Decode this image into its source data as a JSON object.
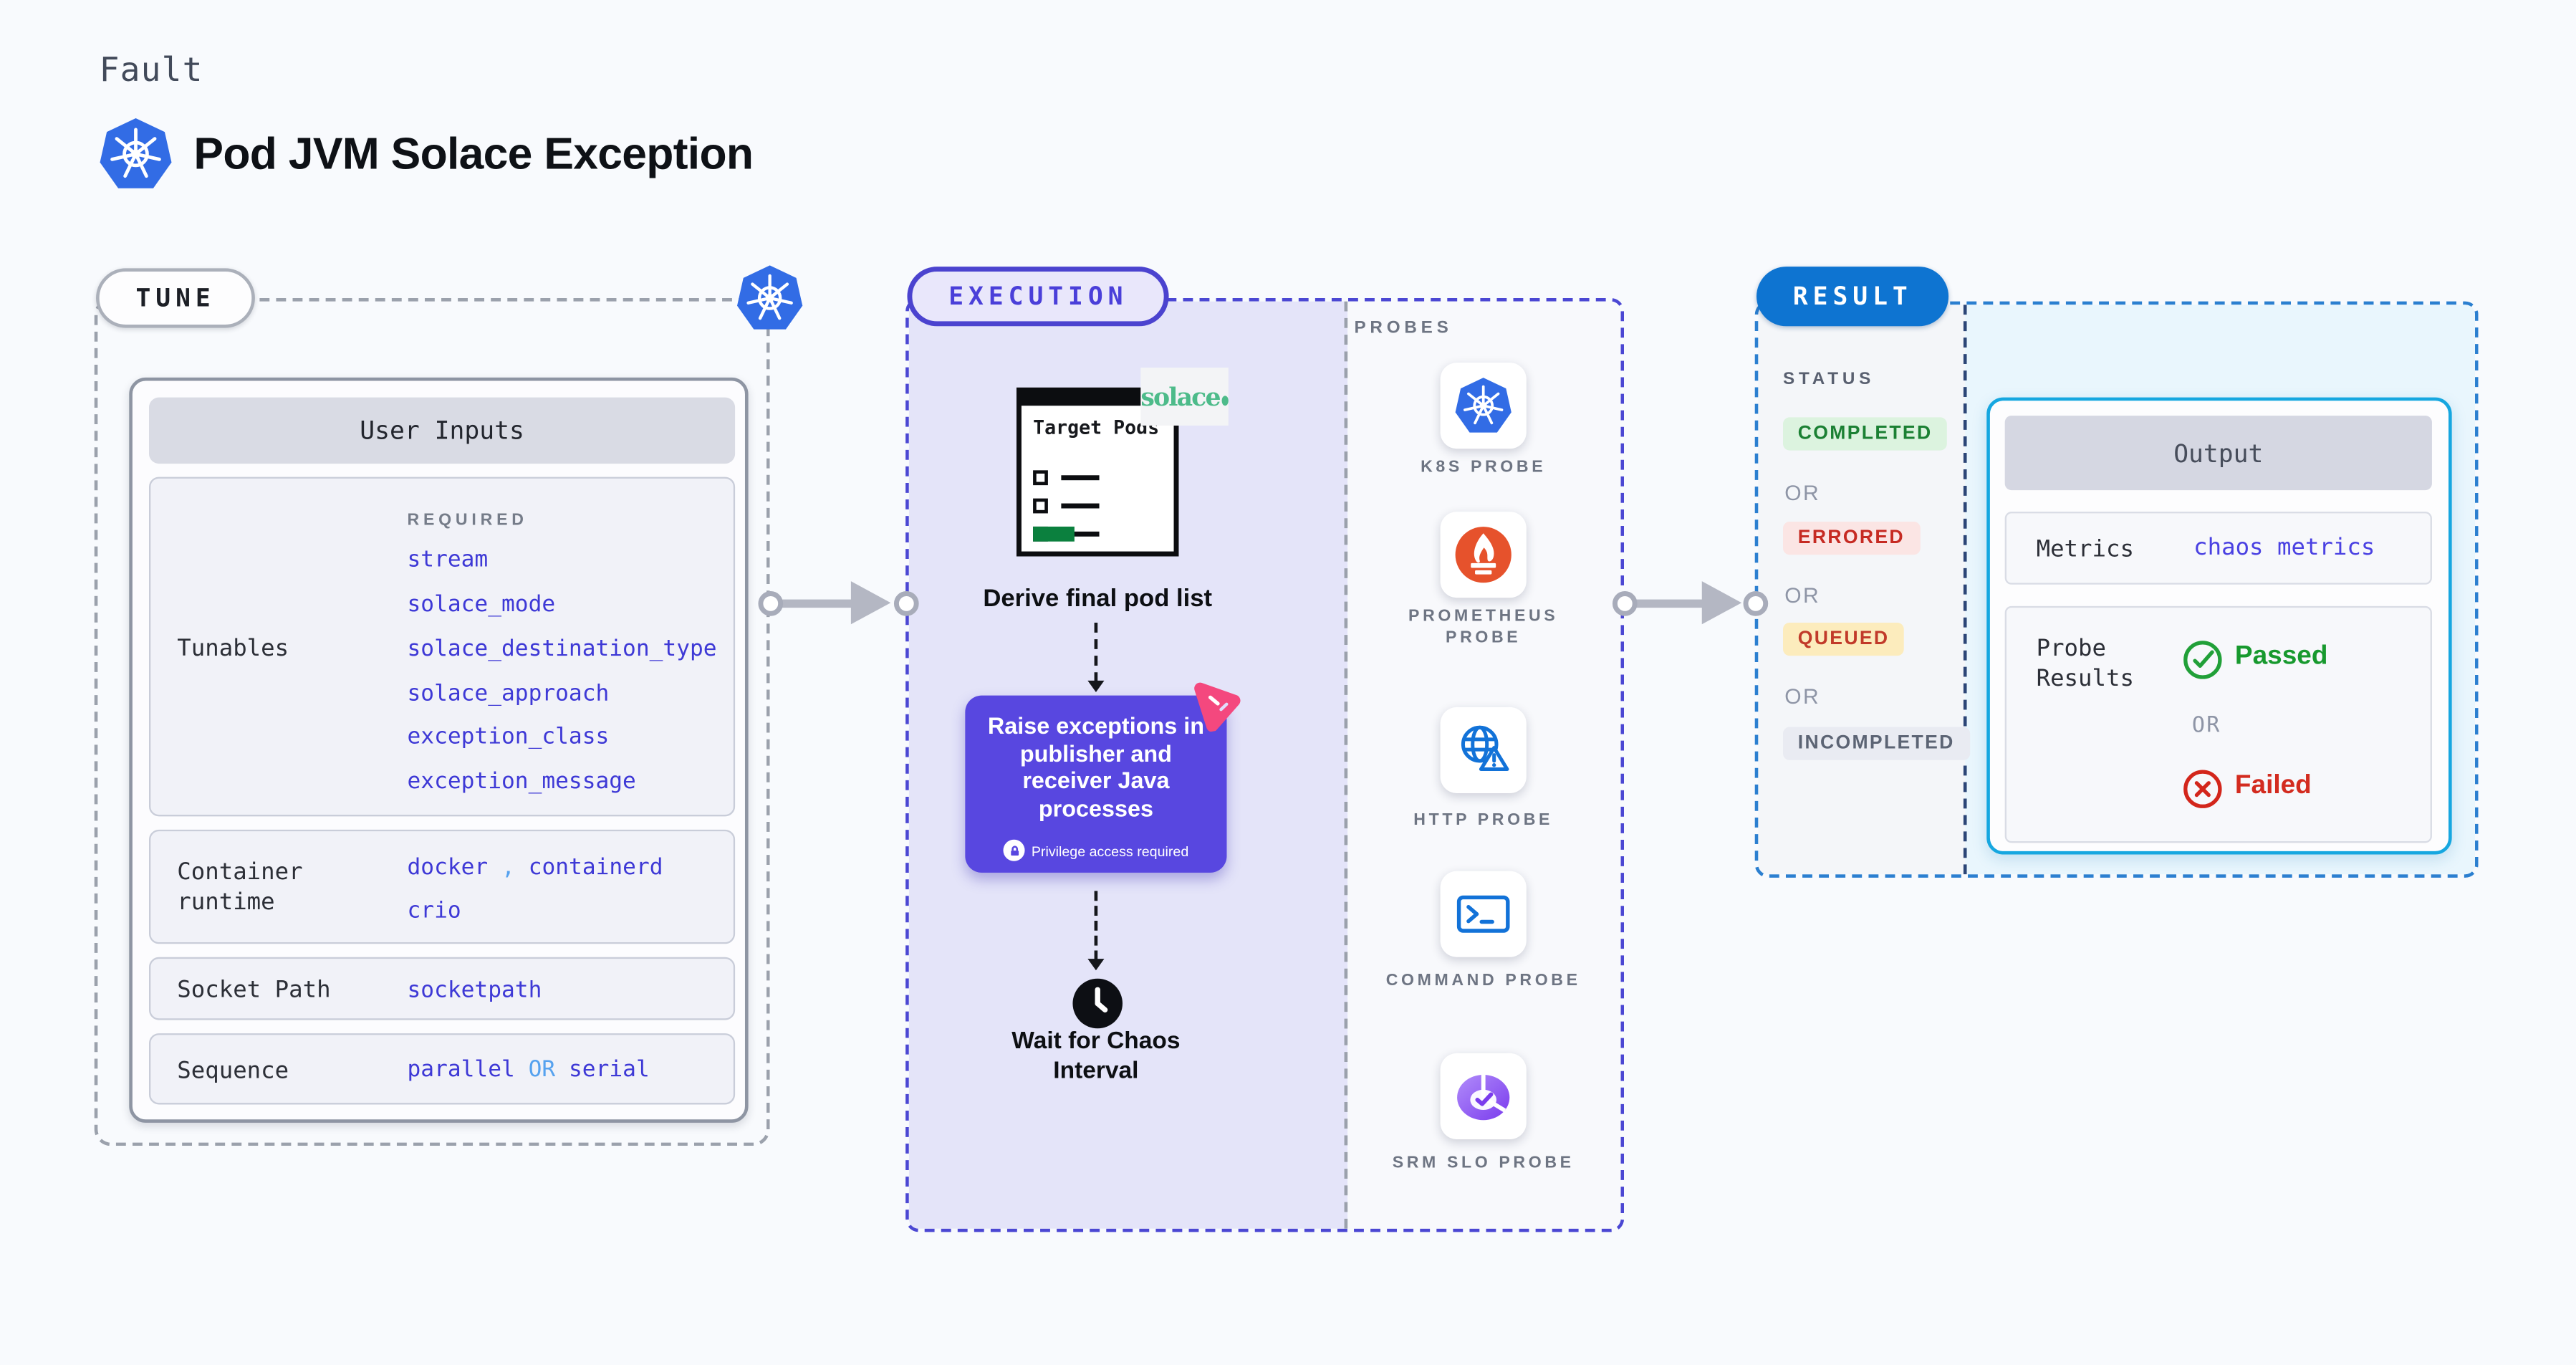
{
  "page": {
    "kicker": "Fault",
    "title": "Pod JVM Solace Exception"
  },
  "tune": {
    "badge": "TUNE",
    "card_title": "User Inputs",
    "tunables": {
      "label": "Tunables",
      "required_label": "REQUIRED",
      "items": [
        "stream",
        "solace_mode",
        "solace_destination_type",
        "solace_approach",
        "exception_class",
        "exception_message"
      ]
    },
    "container_runtime": {
      "label": "Container runtime",
      "value1": "docker",
      "separator": ",",
      "value2": "containerd",
      "value3": "crio"
    },
    "socket_path": {
      "label": "Socket Path",
      "value": "socketpath"
    },
    "sequence": {
      "label": "Sequence",
      "value1": "parallel",
      "separator": "OR",
      "value2": "serial"
    }
  },
  "execution": {
    "badge": "EXECUTION",
    "target_pods": "Target Pods",
    "solace_logo": "solace",
    "derive_step": "Derive final pod list",
    "raise_step": "Raise exceptions in publisher and receiver Java processes",
    "privilege_note": "Privilege access required",
    "wait_step": "Wait for Chaos Interval"
  },
  "probes": {
    "label": "PROBES",
    "items": [
      {
        "label": "K8S PROBE",
        "icon": "kubernetes-icon"
      },
      {
        "label": "PROMETHEUS PROBE",
        "icon": "prometheus-icon"
      },
      {
        "label": "HTTP PROBE",
        "icon": "http-globe-warning-icon"
      },
      {
        "label": "COMMAND PROBE",
        "icon": "terminal-icon"
      },
      {
        "label": "SRM SLO PROBE",
        "icon": "slo-donut-check-icon"
      }
    ]
  },
  "result": {
    "badge": "RESULT",
    "status_label": "STATUS",
    "or": "OR",
    "statuses": [
      "COMPLETED",
      "ERRORED",
      "QUEUED",
      "INCOMPLETED"
    ],
    "output": {
      "title": "Output",
      "metrics_label": "Metrics",
      "metrics_value": "chaos metrics",
      "probe_results_label": "Probe Results",
      "passed": "Passed",
      "failed": "Failed"
    }
  },
  "colors": {
    "page_bg": "#f8fafd",
    "lavender_bg": "#e4e4f9",
    "purple_box": "#5847e0",
    "indigo_dash": "#4b47d3",
    "gray_dash": "#9ba1ac",
    "result_dash": "#2b7fd0",
    "result_badge_blue": "#0e74d1",
    "output_border_cyan": "#16a7e0",
    "value_indigo": "#3e39d6",
    "separator_light_blue": "#56a2ef",
    "kubernetes_blue": "#326CE5",
    "prometheus_orange": "#e6522c",
    "solace_green": "#4dbb8a",
    "chaos_pink": "#f4487e",
    "passed_green": "#17992e",
    "failed_red": "#d32b1f",
    "completed_green": "#1b8033",
    "errored_red": "#c62a22",
    "queued_amber_bg": "#fcecbd",
    "incompleted_gray": "#5c6474"
  }
}
